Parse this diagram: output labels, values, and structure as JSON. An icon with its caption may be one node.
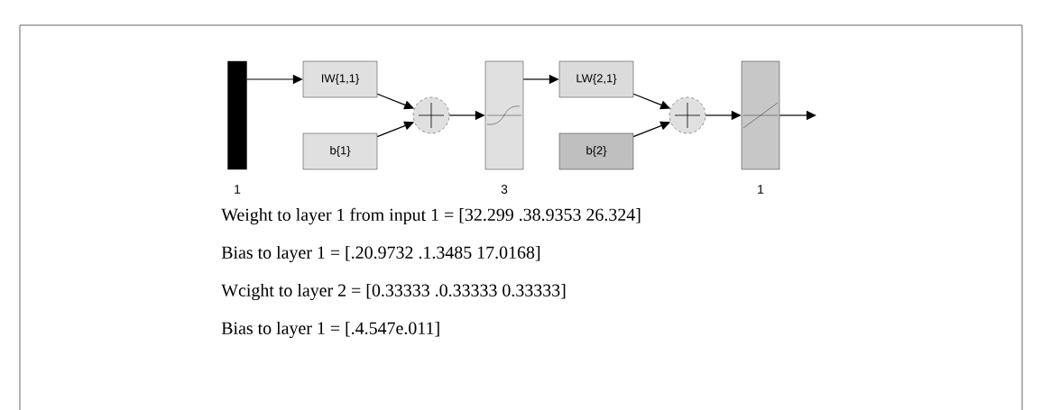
{
  "diagram": {
    "nodes": [
      {
        "text": [],
        "shape": "bar",
        "beside": [
          "1"
        ]
      },
      {
        "text": [
          "IW{1,1}"
        ]
      },
      {
        "text": [
          "b{1}"
        ]
      },
      {
        "text": [],
        "shape": "circle"
      },
      {
        "text": [],
        "shape": "box",
        "beside": [
          "3"
        ]
      },
      {
        "text": [
          "LW{2,1}"
        ]
      },
      {
        "text": [
          "b{2}"
        ]
      },
      {
        "text": [],
        "shape": "circle"
      },
      {
        "text": [],
        "shape": "box",
        "beside": [
          "1"
        ]
      }
    ],
    "edges": [
      {
        "from": 0,
        "to": 1,
        "arrow": "to"
      },
      {
        "from": 1,
        "to": 3,
        "arrow": "to"
      },
      {
        "from": 2,
        "to": 3,
        "arrow": "to"
      },
      {
        "from": 3,
        "to": 4,
        "arrow": "to"
      },
      {
        "from": 4,
        "to": 5,
        "arrow": "to"
      },
      {
        "from": 5,
        "to": 7,
        "arrow": "to"
      },
      {
        "from": 6,
        "to": 7,
        "arrow": "to"
      },
      {
        "from": 7,
        "to": 8,
        "arrow": "to"
      },
      {
        "from": 8,
        "to": null,
        "arrow": "to"
      }
    ],
    "labels": [
      "Weight to layer 1 from input 1 = [32.299 .38.9353 26.324]",
      "Bias to layer 1 = [.20.9732 .1.3485 17.0168]",
      "Wcight to layer 2 = [0.33333 .0.33333 0.33333]",
      "Bias to layer 1 = [.4.547e.011]"
    ]
  }
}
